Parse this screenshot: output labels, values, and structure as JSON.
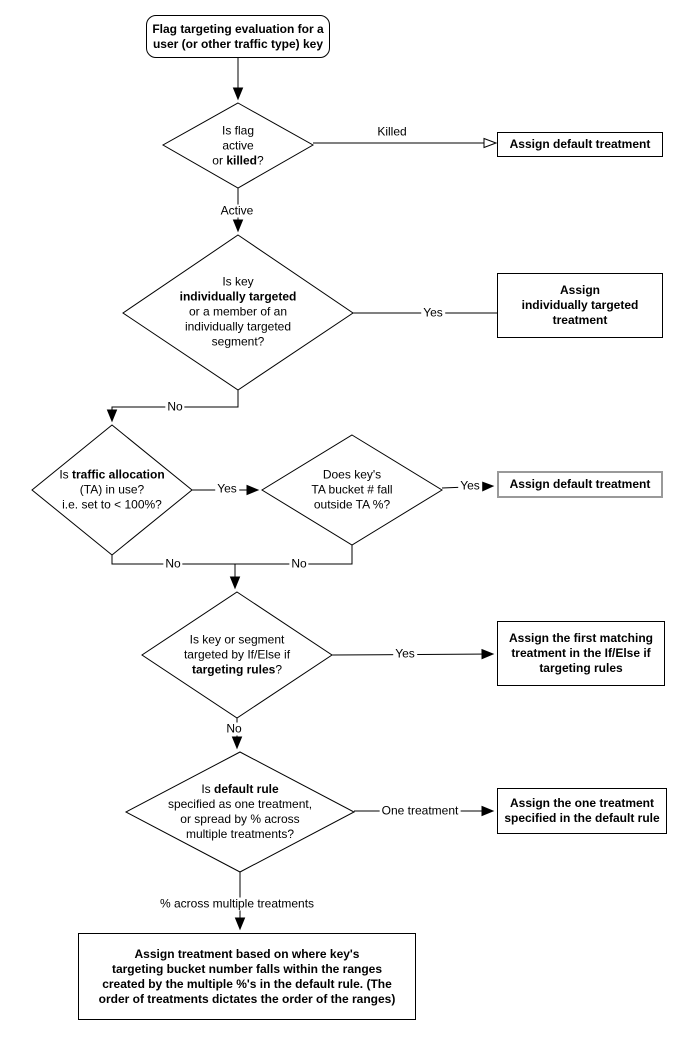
{
  "flowchart": {
    "start": {
      "label_html": "Flag targeting evaluation for a<br>user (or other traffic type) key"
    },
    "decisions": {
      "flag_active": {
        "label_html": "Is flag<br>active<br>or <b>killed</b>?"
      },
      "individually_targeted": {
        "label_html": "Is key<br><b>individually targeted</b><br>or a member of an<br>individually targeted<br>segment?"
      },
      "traffic_allocation": {
        "label_html": "Is <b>traffic allocation</b><br>(TA) in use?<br>i.e. set to &lt; 100%?"
      },
      "ta_bucket": {
        "label_html": "Does key's<br>TA bucket # fall<br>outside TA %?"
      },
      "targeting_rules": {
        "label_html": "Is key or segment<br>targeted by If/Else if<br><b>targeting rules</b>?"
      },
      "default_rule": {
        "label_html": "Is <b>default rule</b><br>specified as one treatment,<br>or spread by % across<br>multiple treatments?"
      }
    },
    "outcomes": {
      "default_treatment_killed": {
        "label_html": "Assign default treatment"
      },
      "individually_targeted_treatment": {
        "label_html": "Assign<br>individually targeted<br>treatment"
      },
      "default_treatment_ta": {
        "label_html": "Assign default treatment"
      },
      "first_matching_treatment": {
        "label_html": "Assign the first matching<br>treatment in the If/Else if<br>targeting rules"
      },
      "one_treatment": {
        "label_html": "Assign the one treatment<br>specified in the default rule"
      },
      "percent_ranges": {
        "label_html": "Assign treatment based on where key's<br>targeting bucket number falls within the ranges<br>created by the multiple %'s in the default rule. (The<br>order of treatments dictates the order of the ranges)"
      }
    },
    "edge_labels": {
      "killed": "Killed",
      "active": "Active",
      "individually_targeted_yes": "Yes",
      "individually_targeted_no": "No",
      "traffic_allocation_yes": "Yes",
      "ta_bucket_yes": "Yes",
      "traffic_allocation_no": "No",
      "ta_bucket_no": "No",
      "targeting_rules_yes": "Yes",
      "targeting_rules_no": "No",
      "default_rule_one_treatment": "One treatment",
      "default_rule_percent": "% across multiple treatments"
    },
    "colors": {
      "stroke": "#000000",
      "node_fill": "#ffffff",
      "text": "#000000",
      "highlight_border": "#999999"
    }
  }
}
